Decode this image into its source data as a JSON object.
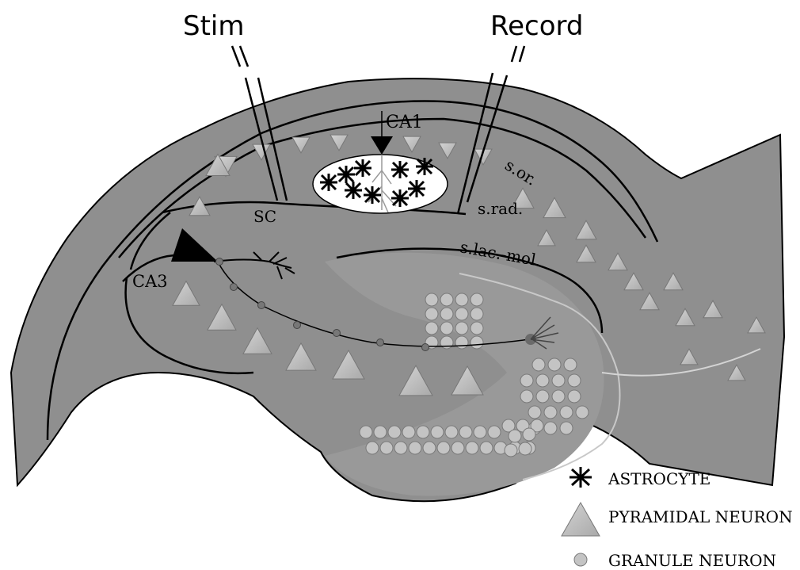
{
  "labels": {
    "stim": "Stim",
    "record": "Record",
    "ca1": "CA1",
    "ca3": "CA3",
    "sc": "SC",
    "s_or": "s.or.",
    "s_rad": "s.rad.",
    "s_lac_mol": "s.lac.-mol."
  },
  "legend": [
    {
      "icon": "astrocyte-icon",
      "label": "ASTROCYTE"
    },
    {
      "icon": "pyramidal-neuron-icon",
      "label": "PYRAMIDAL NEURON"
    },
    {
      "icon": "granule-neuron-icon",
      "label": "GRANULE NEURON"
    }
  ],
  "colors": {
    "tissue": "#8f8f8f",
    "pyramidal": "#b9b9b9",
    "granule": "#c4c4c4",
    "outline": "#000000",
    "recording_zone": "#ffffff"
  }
}
